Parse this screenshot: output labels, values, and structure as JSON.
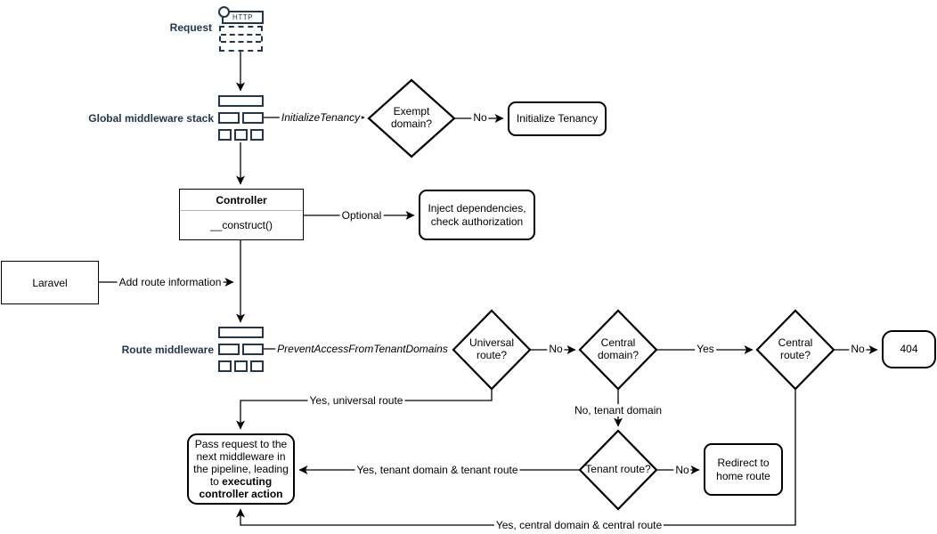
{
  "colors": {
    "accent": "#23364c",
    "line": "#000000"
  },
  "shapes": {
    "request": "Request",
    "http": "HTTP",
    "global_middleware_stack": "Global middleware stack",
    "route_middleware": "Route middleware",
    "exempt_domain": "Exempt domain?",
    "initialize_tenancy": "Initialize Tenancy",
    "controller_title": "Controller",
    "controller_method": "__construct()",
    "inject_dependencies": "Inject dependencies, check authorization",
    "laravel": "Laravel",
    "universal_route": "Universal route?",
    "central_domain": "Central domain?",
    "central_route": "Central route?",
    "not_found": "404",
    "tenant_route": "Tenant route?",
    "redirect_home": "Redirect to home route",
    "pass_request_prefix": "Pass request to the next middleware in the pipeline, leading to ",
    "pass_request_bold": "executing controller action"
  },
  "edge_labels": {
    "initialize_tenancy_middleware": "InitializeTenancy",
    "exempt_no": "No",
    "optional": "Optional",
    "add_route_information": "Add route information",
    "prevent_access_middleware": "PreventAccessFromTenantDomains",
    "universal_no": "No",
    "central_domain_yes": "Yes",
    "central_route_no": "No",
    "no_tenant_domain": "No, tenant domain",
    "tenant_route_no": "No",
    "yes_universal_route": "Yes, universal route",
    "yes_tenant_domain_route": "Yes, tenant domain & tenant route",
    "yes_central_domain_route": "Yes, central domain & central route"
  }
}
